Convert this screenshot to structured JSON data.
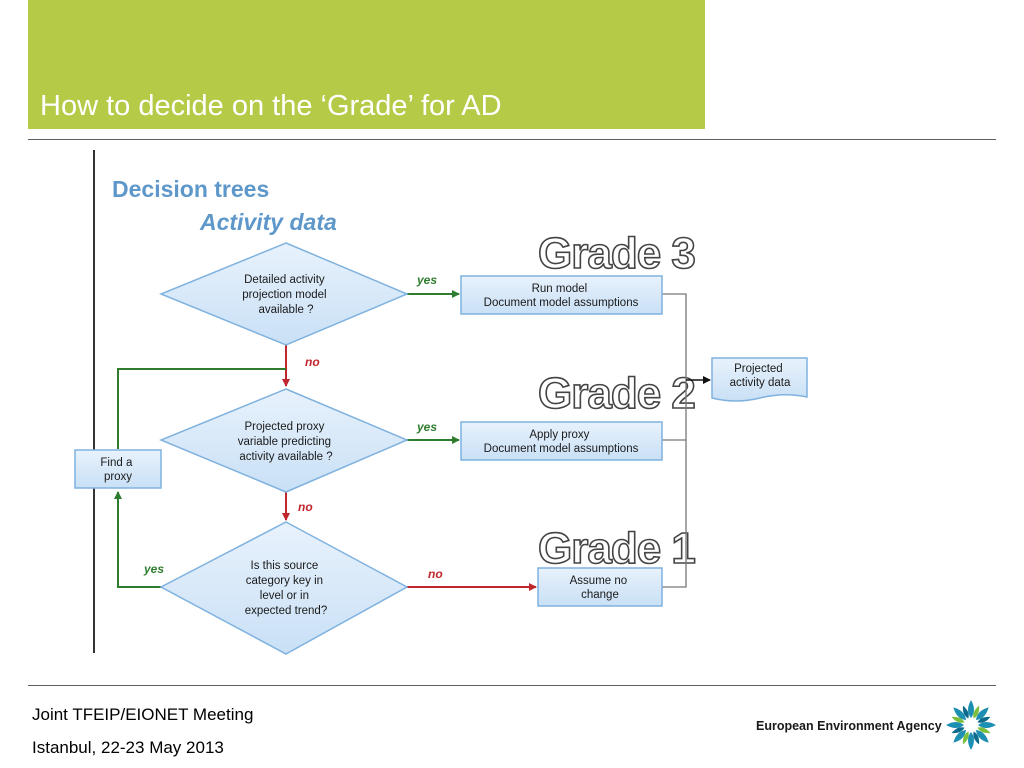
{
  "slide": {
    "title": "How to decide on the ‘Grade’ for AD",
    "footer_line1": "Joint TFEIP/EIONET Meeting",
    "footer_line2": "Istanbul, 22-23 May 2013",
    "organisation": "European Environment Agency"
  },
  "colors": {
    "title_band": "#b5cb47",
    "node_fill": "#d6e8f8",
    "node_stroke": "#7fb2df",
    "arrow_green": "#2e7d2e",
    "arrow_red": "#c0272d",
    "heading_blue": "#5e97c9"
  },
  "diagram": {
    "heading": "Decision trees",
    "subheading": "Activity data",
    "grades": [
      "Grade 3",
      "Grade 2",
      "Grade 1"
    ],
    "decisions": [
      [
        "Detailed activity",
        "projection model",
        "available ?"
      ],
      [
        "Projected proxy",
        "variable predicting",
        "activity available ?"
      ],
      [
        "Is this source",
        "category key in",
        "level or in",
        "expected trend?"
      ]
    ],
    "actions": [
      [
        "Run model",
        "Document model assumptions"
      ],
      [
        "Apply proxy",
        "Document model assumptions"
      ],
      [
        "Assume no",
        "change"
      ]
    ],
    "find_proxy": [
      "Find a",
      "proxy"
    ],
    "output": [
      "Projected",
      "activity data"
    ],
    "labels": {
      "yes": "yes",
      "no": "no"
    }
  }
}
